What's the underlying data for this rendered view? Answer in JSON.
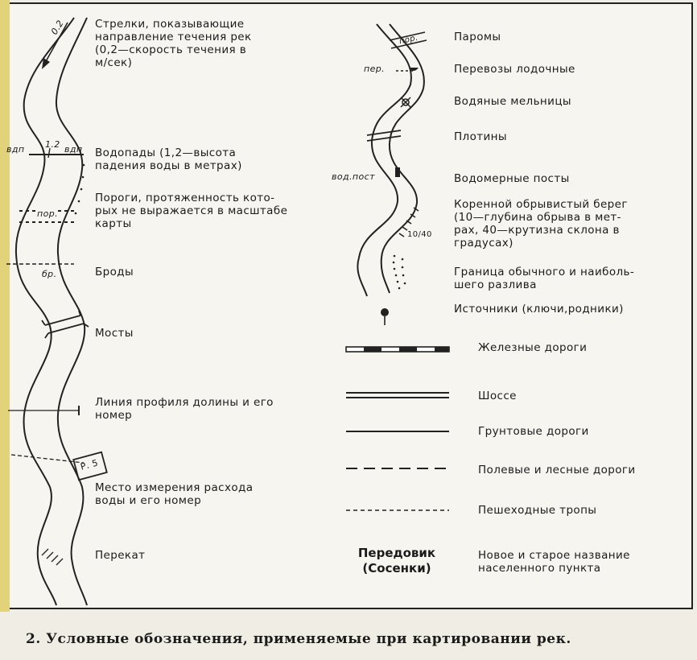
{
  "left_legend": [
    {
      "id": "arrows",
      "lines": [
        "Стрелки, показывающие",
        "направление течения рек",
        "(0,2—скорость течения в",
        "м/сек)"
      ]
    },
    {
      "id": "waterfalls",
      "lines": [
        "Водопады (1,2—высота",
        "падения воды в метрах)"
      ]
    },
    {
      "id": "rapids",
      "lines": [
        "Пороги, протяженность кото-",
        "рых не выражается в масштабе",
        "карты"
      ]
    },
    {
      "id": "fords",
      "lines": [
        "Броды"
      ]
    },
    {
      "id": "bridges",
      "lines": [
        "Мосты"
      ]
    },
    {
      "id": "profile",
      "lines": [
        "Линия профиля долины и его",
        "номер"
      ]
    },
    {
      "id": "measure",
      "lines": [
        "Место измерения расхода",
        "воды и его номер"
      ]
    },
    {
      "id": "shoal",
      "lines": [
        "Перекат"
      ]
    }
  ],
  "right_legend": [
    {
      "id": "ferries",
      "lines": [
        "Паромы"
      ]
    },
    {
      "id": "boats",
      "lines": [
        "Перевозы лодочные"
      ]
    },
    {
      "id": "mills",
      "lines": [
        "Водяные мельницы"
      ]
    },
    {
      "id": "dams",
      "lines": [
        "Плотины"
      ]
    },
    {
      "id": "gauges",
      "lines": [
        "Водомерные посты"
      ]
    },
    {
      "id": "bank",
      "lines": [
        "Коренной обрывистый берег",
        "(10—глубина обрыва в мет-",
        "рах, 40—крутизна склона в",
        "градусах)"
      ]
    },
    {
      "id": "flood",
      "lines": [
        "Граница обычного и наиболь-",
        "шего разлива"
      ]
    },
    {
      "id": "springs",
      "lines": [
        "Источники (ключи,родники)"
      ]
    },
    {
      "id": "railways",
      "lines": [
        "Железные дороги"
      ]
    },
    {
      "id": "highway",
      "lines": [
        "Шоссе"
      ]
    },
    {
      "id": "dirt",
      "lines": [
        "Грунтовые дороги"
      ]
    },
    {
      "id": "field",
      "lines": [
        "Полевые и лесные дороги"
      ]
    },
    {
      "id": "paths",
      "lines": [
        "Пешеходные тропы"
      ]
    },
    {
      "id": "settlement",
      "lines": [
        "Новое и старое название",
        "населенного пункта"
      ]
    }
  ],
  "map_marks": {
    "speed": "0.2",
    "fall_left": "вдп",
    "fall_height": "1.2",
    "fall_right": "вдп",
    "rapids": "пор.",
    "ford": "бр.",
    "station": "Р. 5",
    "ferry": "пор.",
    "boat": "пер.",
    "gauge": "вод.пост",
    "bank": "10/40"
  },
  "settlement": {
    "new_name": "Передовик",
    "old_name": "(Сосенки)"
  },
  "caption": "2. Условные обозначения, применяемые при картировании рек."
}
